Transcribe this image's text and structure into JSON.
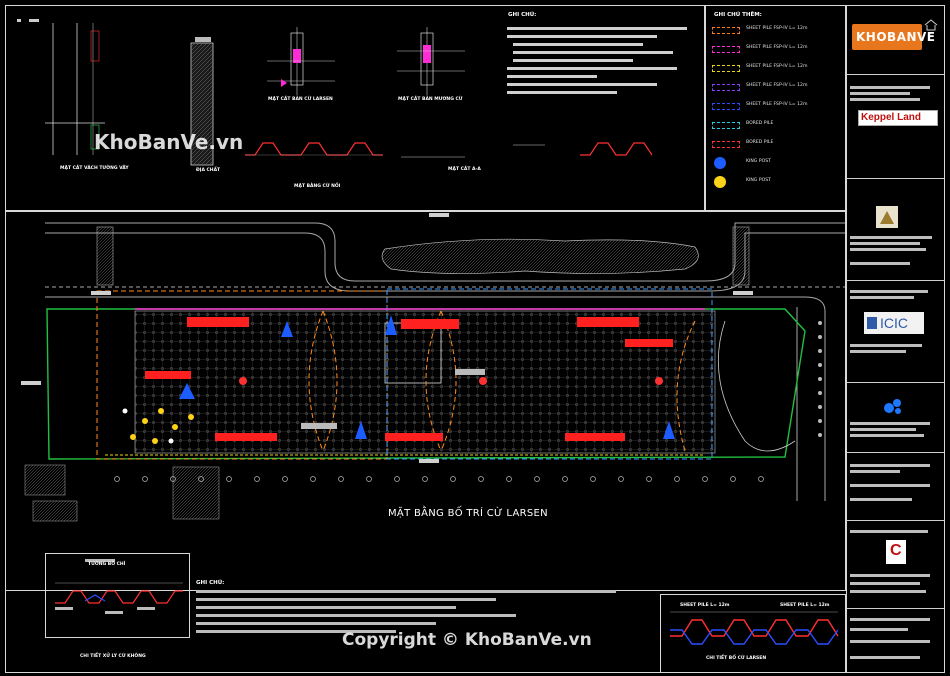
{
  "drawing": {
    "main_plan_title": "MẶT BẰNG BỐ TRÍ CỪ LARSEN",
    "section_aa": "MẶT CẮT A-A",
    "soil_section": "ĐỊA CHẤT",
    "sheet_pile_detail": "MẶT CẮT BẢN CỪ LARSEN",
    "sheet_pile_detail_2": "MẶT CẮT BẢN MƯƠNG CỪ",
    "section_label": "MẶT CẮT VÁCH TƯỜNG VÂY",
    "plan_connect": "MẶT BẰNG CỪ NỐI",
    "notes_title": "GHI CHÚ:",
    "bottom_notes_title": "GHI CHÚ:",
    "bottom_left_label": "CHI TIẾT XỬ LÝ CỪ KHÔNG",
    "bottom_left_sub": "TƯỜNG BỐ CHÍ",
    "bottom_right_label": "CHI TIẾT BỐ CỪ LARSEN",
    "sheet_pile_top_label_1": "SHEET PILE L= 12m",
    "sheet_pile_top_label_2": "SHEET PILE L= 12m",
    "legend_title": "GHI CHÚ THÊM:",
    "legend_items": [
      {
        "label": "SHEET PILE FSP-IV L= 12m",
        "color": "#ff7a1a"
      },
      {
        "label": "SHEET PILE FSP-IV L= 12m",
        "color": "#ff2bd6"
      },
      {
        "label": "SHEET PILE FSP-IV L= 12m",
        "color": "#e8d21a"
      },
      {
        "label": "SHEET PILE FSP-IV L= 12m",
        "color": "#8a3cff"
      },
      {
        "label": "SHEET PILE FSP-IV L= 12m",
        "color": "#2a4dff"
      },
      {
        "label": "BORED PILE",
        "color": "#26d0e0"
      },
      {
        "label": "BORED PILE",
        "color": "#ff3030"
      },
      {
        "label": "KING POST",
        "color": "#1d5cff"
      },
      {
        "label": "KING POST",
        "color": "#ffd21a"
      }
    ]
  },
  "title_block": {
    "logo_brand": "KHOBANVE",
    "client_logo": "Keppel Land",
    "consultant_logo": "ICIC",
    "contractor_logo": "C"
  },
  "watermarks": {
    "top_left": "KhoBanVe.vn",
    "bottom": "Copyright © KhoBanVe.vn"
  },
  "colors": {
    "background": "#000000",
    "frame": "#d8d8d8",
    "road": "#9a9a9a",
    "sheet_pile_red": "#ff2020",
    "sheet_pile_blue": "#2a4dff",
    "orange_dash": "#ff8a1a",
    "green_outline": "#20c040"
  }
}
